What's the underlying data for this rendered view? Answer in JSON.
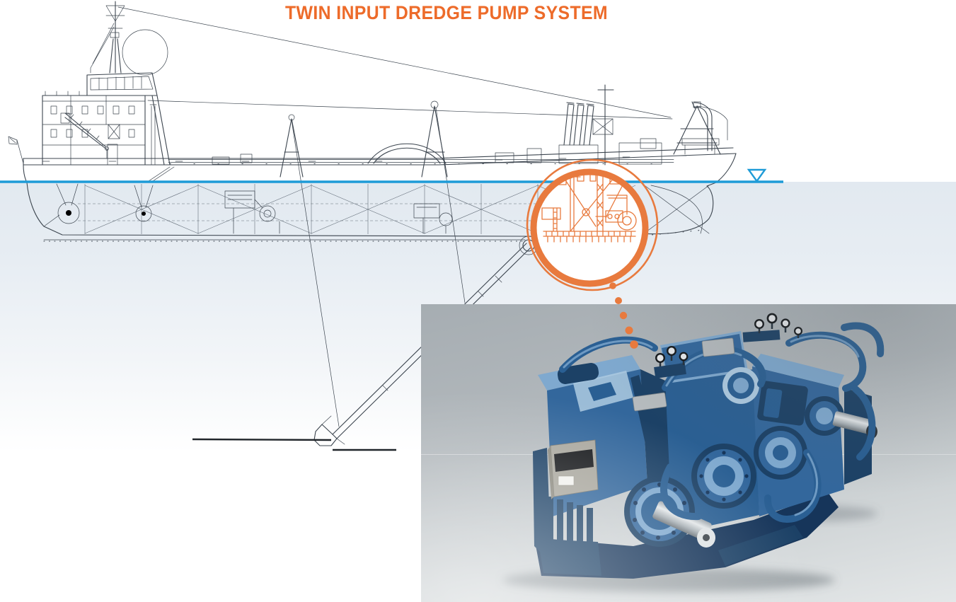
{
  "title": {
    "text": "TWIN INPUT DREDGE PUMP SYSTEM"
  },
  "colors": {
    "title_orange": "#ED6B2A",
    "accent_orange": "#E87A3E",
    "waterline_blue": "#1E9BD7",
    "line_dark": "#3C454F",
    "line_light": "#66707B",
    "underwater_tint": "#E2E9F0",
    "seabed_dark": "#20252A",
    "photo_top": "#A6ADB2",
    "photo_bottom": "#E4E7E8",
    "gear_blue": "#33679C",
    "gear_mid": "#2A5F93",
    "gear_dark": "#1C4166",
    "gear_deep": "#16355A",
    "gear_light": "#7FA9CF",
    "gear_pale": "#AECBE2",
    "steel_light": "#D8DCDE",
    "steel_dark": "#5F686E",
    "panel_gray": "#ABA9A1"
  },
  "graphics": {
    "ship_drawing": "dredger-side-elevation-line-drawing",
    "waterline_marker": "nabla-waterline-symbol",
    "pump_room_highlight": "orange-circle-callout",
    "connector": "orange-dotted-leader",
    "connector_dot_count": 5,
    "equipment_photo": "twin-input-gearbox-render"
  }
}
